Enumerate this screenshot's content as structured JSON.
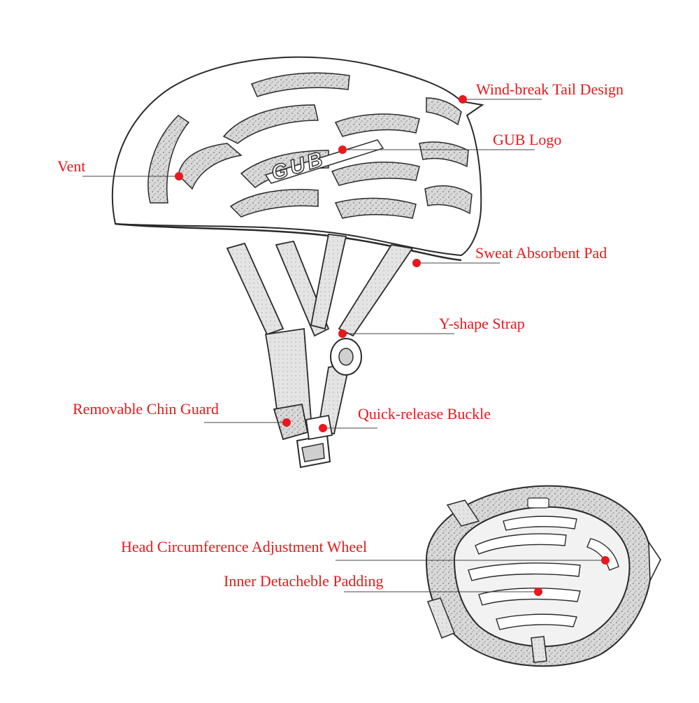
{
  "colors": {
    "label": "#e8181c",
    "marker": "#e8181c",
    "leader": "#444444",
    "sketch": "#2a2a2a",
    "shade": "#bdbdbd"
  },
  "labels": {
    "wind_break_tail": "Wind-break Tail Design",
    "gub_logo": "GUB Logo",
    "vent": "Vent",
    "sweat_pad": "Sweat Absorbent Pad",
    "y_strap": "Y-shape Strap",
    "chin_guard": "Removable Chin Guard",
    "buckle": "Quick-release Buckle",
    "adjust_wheel": "Head Circumference Adjustment Wheel",
    "inner_padding": "Inner Detacheble Padding"
  },
  "helmet_logo": "GUB"
}
